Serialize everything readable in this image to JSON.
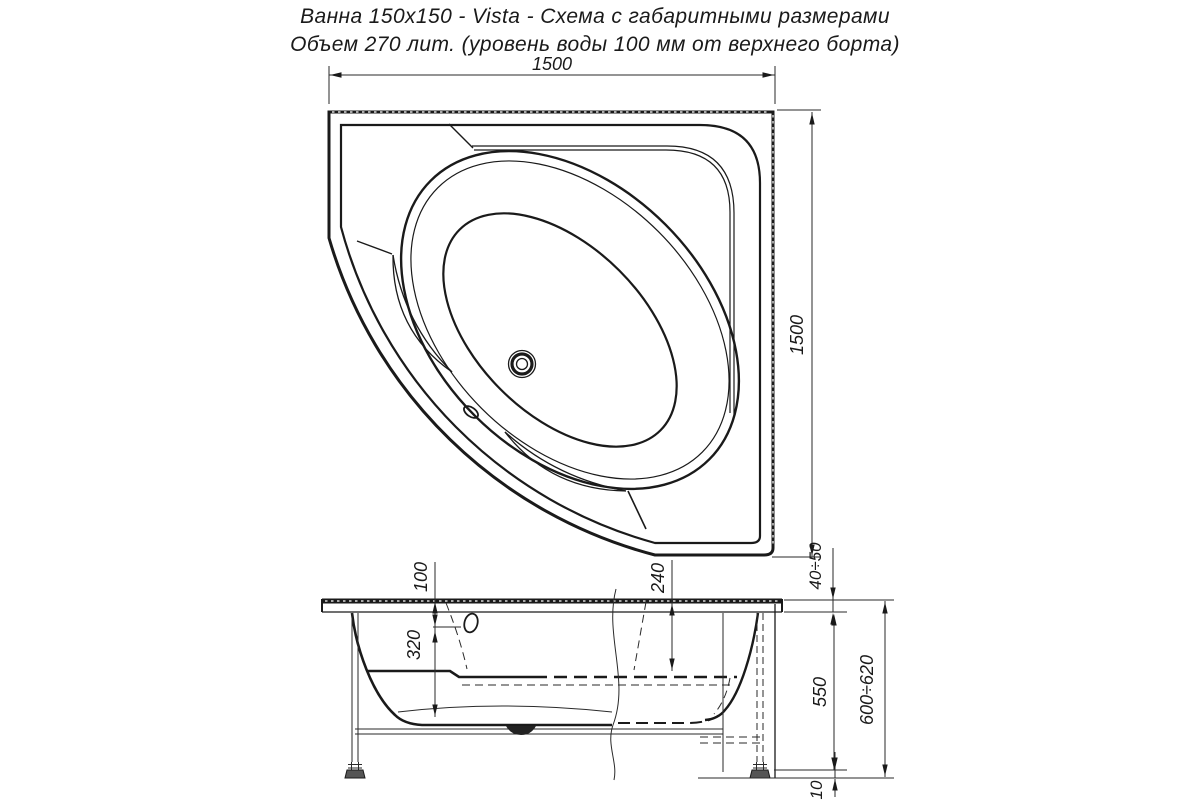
{
  "title": {
    "line1": "Ванна 150x150 - Vista - Схема с габаритными размерами",
    "line2": "Объем 270 лит. (уровень воды 100 мм от верхнего борта)"
  },
  "plan_view": {
    "dim_width": "1500",
    "dim_height": "1500"
  },
  "side_view": {
    "dim_rim_to_overflow": "100",
    "dim_overflow_to_bottom": "320",
    "dim_rim_to_seat": "240",
    "dim_rim_edge": "40÷50",
    "dim_body_height": "550",
    "dim_total_height": "600÷620",
    "dim_feet_adjustment": "10"
  },
  "colors": {
    "line": "#1a1a1a",
    "background": "#ffffff"
  }
}
